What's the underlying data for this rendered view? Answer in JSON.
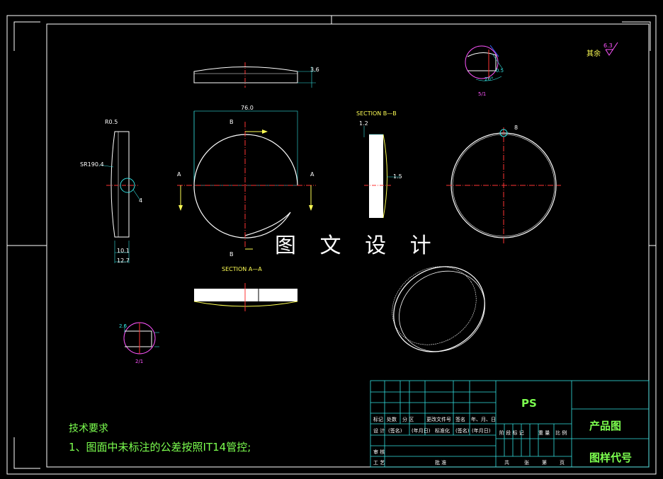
{
  "watermark": "图 文 设 计",
  "section_aa": "SECTION A—A",
  "section_bb": "SECTION B—B",
  "surface_note": "其余",
  "surface_value": "6.3",
  "detail_scale_top": "5/1",
  "detail_scale_bottom": "2/1",
  "label_a": "A",
  "label_b": "B",
  "dim_diameter": "76.0",
  "dim_sr": "SR190.4",
  "dim_10": "10.1",
  "dim_12": "12.7",
  "dim_15": "1.5",
  "dim_top": "3.6",
  "dim_r8": "R0.5",
  "dim_det1": "2.6",
  "dim_det2": "20°",
  "dim_det3": "0.5",
  "dim_four": "4",
  "dim_eight": "8",
  "dim_12b": "1.2",
  "tech_title": "技术要求",
  "tech_note": "1、图面中未标注的公差按照IT14管控;",
  "titleblock": {
    "ps": "PS",
    "product": "产品图",
    "code": "图样代号",
    "r1": [
      "标记",
      "处数",
      "分 区",
      "更改文件号",
      "签名",
      "年、月、日"
    ],
    "r2": [
      "设 计",
      "(签名)",
      "(年月日)",
      "标准化",
      "(签名)",
      "(年月日)"
    ],
    "r2b": [
      "阶 段 标 记",
      "重 量",
      "比 例"
    ],
    "r3": [
      "审 核"
    ],
    "r4": [
      "工 艺",
      "批 准"
    ],
    "r4b": [
      "共",
      "张",
      "第",
      "页"
    ]
  }
}
